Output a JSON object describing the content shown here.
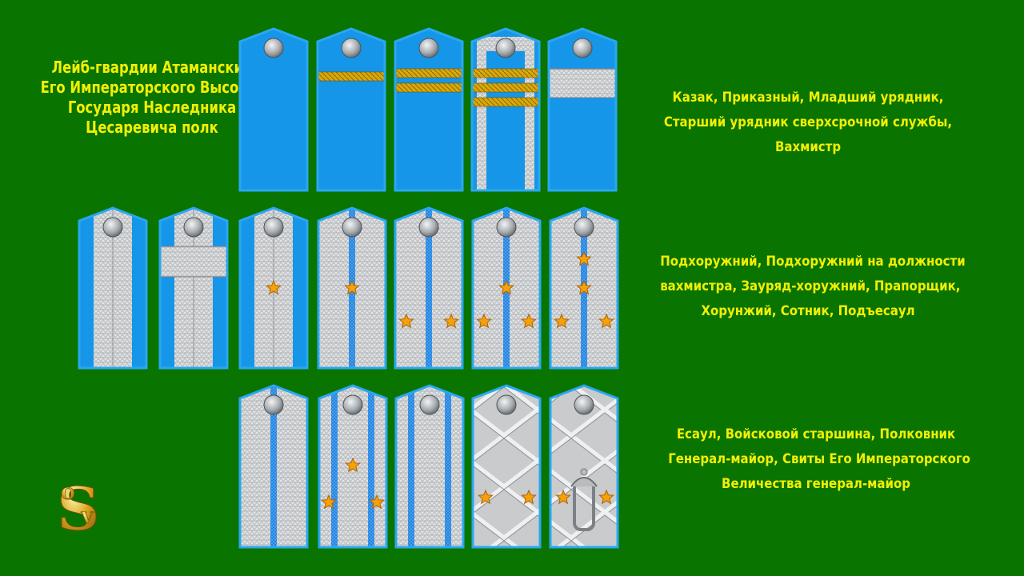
{
  "title": {
    "lines": [
      "Лейб-гвардии Атаманский",
      "Его Императорского Высочества",
      "Государя Наследника",
      "Цесаревича полк"
    ]
  },
  "captions": {
    "row1": [
      "Казак, Приказный, Младший урядник,",
      "Старший урядник сверхсрочной службы,",
      "Вахмистр"
    ],
    "row2": [
      "Подхоружний, Подхоружний на должности",
      "вахмистра, Зауряд-хоружний, Прапорщик,",
      "Хорунжий, Сотник, Подъесаул"
    ],
    "row3": [
      "Есаул, Войсковой старшина, Полковник",
      "Генерал-майор, Свиты Его Императорского",
      "Величества генерал-майор"
    ]
  },
  "colors": {
    "background": "#097400",
    "text": "#f2ef05",
    "field_blue": "#1596e8",
    "edge_blue": "#2aa7f2",
    "silver": "#c9cbcd",
    "gold": "#d9a80a",
    "star": "#f3a20c"
  },
  "logo": {
    "letters": [
      "S",
      "O",
      "V"
    ]
  },
  "rows": [
    {
      "name": "row1",
      "boards": [
        {
          "id": "kazak",
          "field": "blue",
          "stripes": "none",
          "stars": 0,
          "icon": "button-icon"
        },
        {
          "id": "prikazny",
          "field": "blue",
          "stripes": "gold-1",
          "stars": 0,
          "icon": "button-icon"
        },
        {
          "id": "ml-uryadnik",
          "field": "blue",
          "stripes": "gold-2",
          "stars": 0,
          "icon": "button-icon"
        },
        {
          "id": "st-uryadnik",
          "field": "blue",
          "stripes": "gold-3",
          "stars": 0,
          "icon": "button-icon"
        },
        {
          "id": "vakhmistr",
          "field": "blue",
          "stripes": "silver-wide",
          "stars": 0,
          "icon": "button-icon"
        }
      ]
    },
    {
      "name": "row2",
      "boards": [
        {
          "id": "podkhorunzhy",
          "field": "blue-silver-center",
          "stars": 0,
          "icon": "button-icon"
        },
        {
          "id": "podkhorunzhy-vakhm",
          "field": "blue-silver-center-bar",
          "stars": 0,
          "icon": "button-icon"
        },
        {
          "id": "zauryad-khorunzhy",
          "field": "blue-silver-center",
          "stars": 1,
          "icon": "button-icon"
        },
        {
          "id": "praporshchik",
          "field": "silver-1-lumen",
          "stars": 1,
          "icon": "button-icon"
        },
        {
          "id": "khorunzhy",
          "field": "silver-1-lumen",
          "stars": 2,
          "icon": "button-icon"
        },
        {
          "id": "sotnik",
          "field": "silver-1-lumen",
          "stars": 3,
          "icon": "button-icon"
        },
        {
          "id": "podyesaul",
          "field": "silver-1-lumen",
          "stars": 4,
          "icon": "button-icon"
        }
      ]
    },
    {
      "name": "row3",
      "boards": [
        {
          "id": "yesaul",
          "field": "silver-1-lumen",
          "stars": 0,
          "icon": "button-icon"
        },
        {
          "id": "voyskovoy-starshina",
          "field": "silver-2-lumen",
          "stars": 3,
          "icon": "button-icon"
        },
        {
          "id": "polkovnik",
          "field": "silver-2-lumen",
          "stars": 0,
          "icon": "button-icon"
        },
        {
          "id": "general-mayor",
          "field": "zigzag",
          "stars": 2,
          "icon": "button-icon"
        },
        {
          "id": "svity-general-mayor",
          "field": "zigzag-monogram",
          "stars": 2,
          "icon": "button-icon"
        }
      ]
    }
  ]
}
